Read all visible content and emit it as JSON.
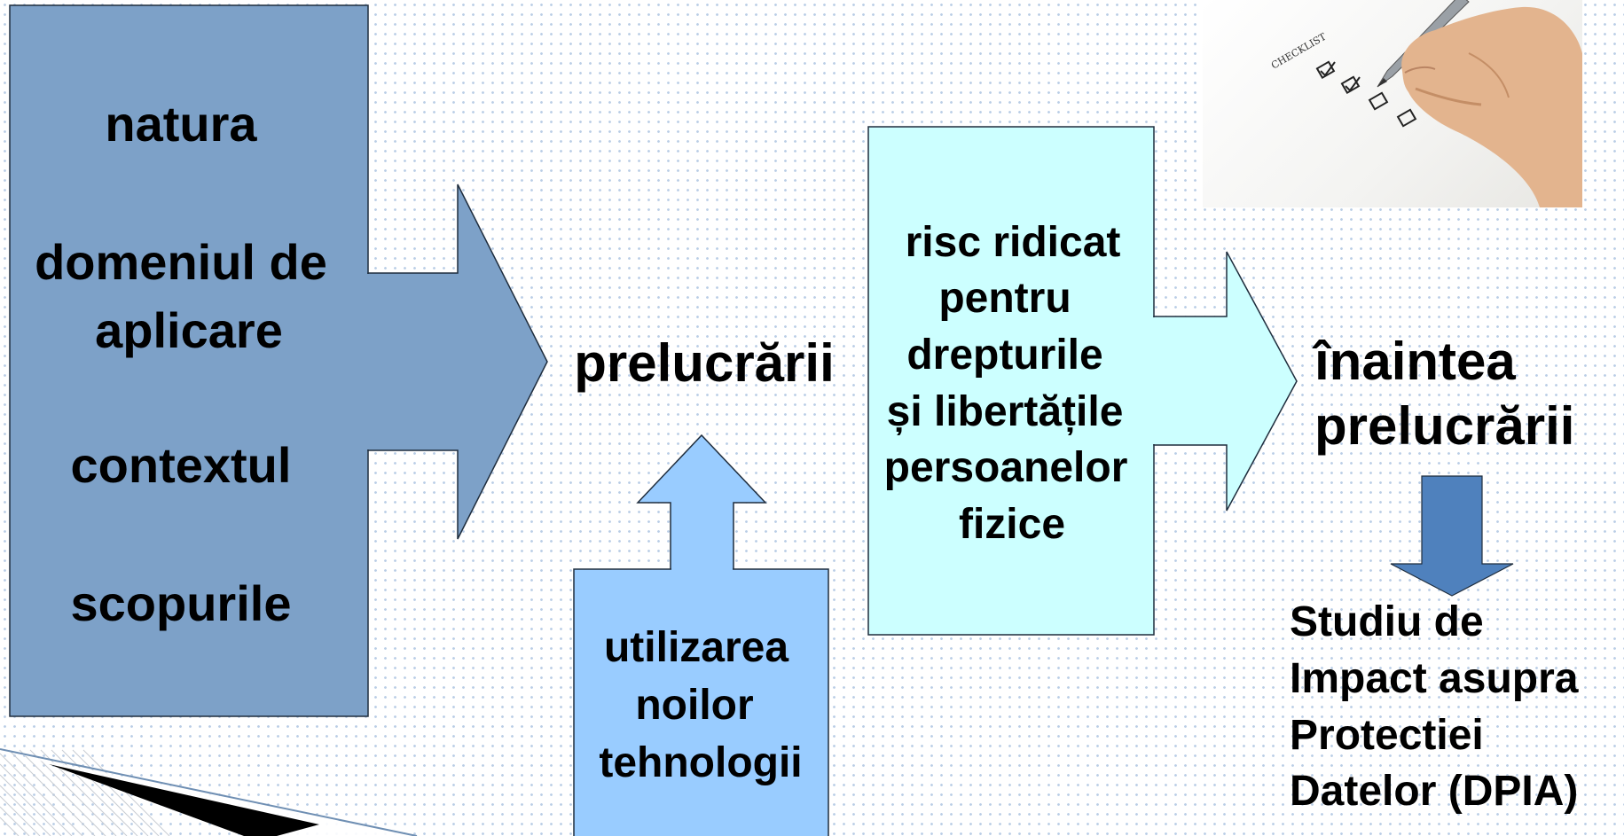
{
  "left_box": {
    "line1": "natura",
    "line2a": "domeniul de",
    "line2b": "aplicare",
    "line3": "contextul",
    "line4": "scopurile"
  },
  "center_word": "prelucrării",
  "tech_box": {
    "line1": "utilizarea",
    "line2": "noilor",
    "line3": "tehnologii"
  },
  "risk_box": {
    "line1": "risc ridicat",
    "line2": "pentru",
    "line3": "drepturile",
    "line4": "și libertățile",
    "line5": "persoanelor",
    "line6": "fizice"
  },
  "right_word": {
    "line1": "înaintea",
    "line2": "prelucrării"
  },
  "dpia": {
    "line1": "Studiu de",
    "line2": "Impact asupra",
    "line3": "Protectiei",
    "line4": "Datelor (DPIA)"
  },
  "photo": {
    "checklist_label": "CHECKLIST",
    "checkboxes": [
      "checked",
      "checked",
      "unchecked",
      "unchecked"
    ]
  },
  "colors": {
    "left_box": "#7da1c8",
    "tech_box": "#99ccff",
    "risk_box": "#ccffff",
    "down_arrow": "#4f81bd",
    "outline": "#1f2d3d"
  }
}
